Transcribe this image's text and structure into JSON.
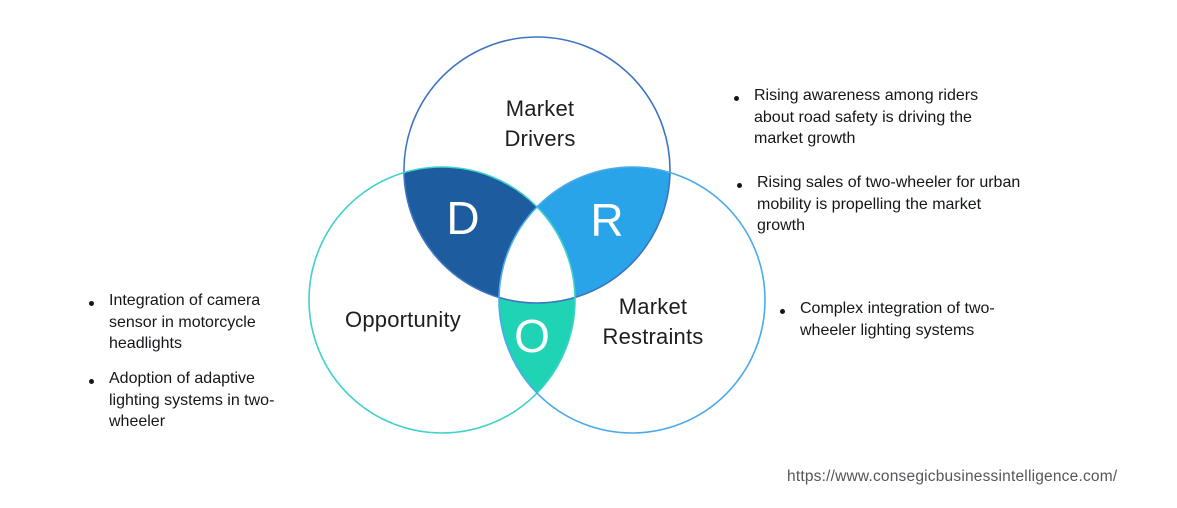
{
  "colors": {
    "drivers_lens": "#1D5C9E",
    "restraints_lens": "#2AA4E9",
    "opportunity_lens": "#20D3B5",
    "drivers_stroke": "#3C74C2",
    "opportunity_stroke": "#3ED2C8",
    "restraints_stroke": "#4AABEB",
    "triple_overlap": "#FFFFFF",
    "text": "#14161A",
    "url_text": "#56565A"
  },
  "venn": {
    "drivers": {
      "label": "Market\nDrivers",
      "letter": "D"
    },
    "opportunity": {
      "label": "Opportunity",
      "letter": "O"
    },
    "restraints": {
      "label": "Market\nRestraints",
      "letter": "R"
    }
  },
  "left_bullets": [
    {
      "text": "Integration of camera\nsensor in motorcycle\nheadlights"
    },
    {
      "text": "Adoption of adaptive\nlighting systems in two-\nwheeler"
    }
  ],
  "right_bullets": [
    {
      "text": "Rising awareness among riders\nabout road safety is driving the\nmarket growth"
    },
    {
      "text": "Rising sales of two-wheeler for urban\nmobility is propelling the market\ngrowth"
    },
    {
      "text": "Complex integration of two-\nwheeler lighting systems"
    }
  ],
  "footer": {
    "url": "https://www.consegicbusinessintelligence.com/"
  }
}
